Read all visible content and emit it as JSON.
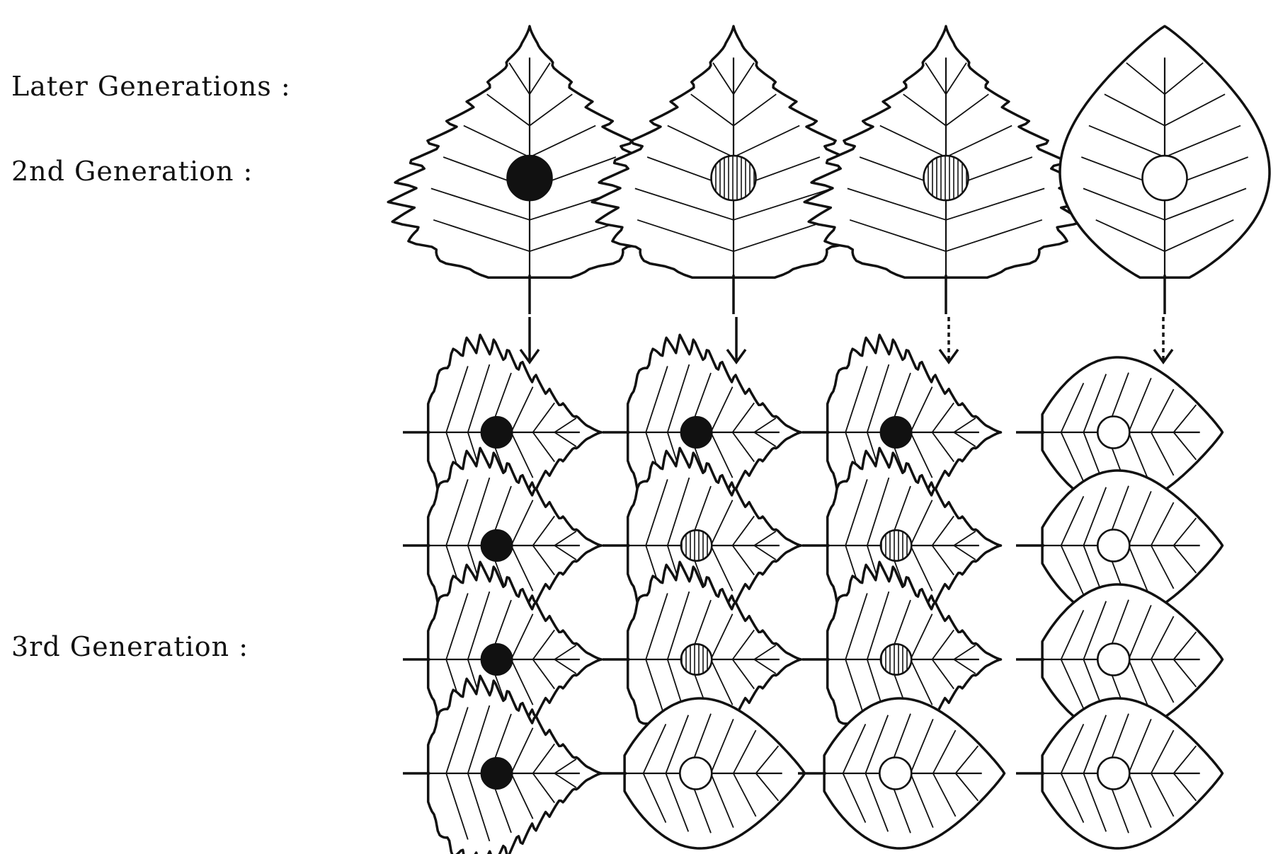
{
  "labels": {
    "later": "Later Generations :",
    "second": "2nd Generation :",
    "third": "3rd Generation :"
  },
  "marking_kinds": [
    "solid",
    "hatched",
    "open"
  ],
  "parents": [
    {
      "leaf": "serrated",
      "marking": "solid"
    },
    {
      "leaf": "serrated",
      "marking": "hatched"
    },
    {
      "leaf": "serrated",
      "marking": "hatched"
    },
    {
      "leaf": "smooth",
      "marking": "open"
    }
  ],
  "arrows": [
    "solid",
    "solid",
    "dotted",
    "dotted"
  ],
  "offspring_rows": [
    [
      {
        "leaf": "serrated",
        "marking": "solid"
      },
      {
        "leaf": "serrated",
        "marking": "solid"
      },
      {
        "leaf": "serrated",
        "marking": "solid"
      },
      {
        "leaf": "smooth",
        "marking": "open"
      }
    ],
    [
      {
        "leaf": "serrated",
        "marking": "solid"
      },
      {
        "leaf": "serrated",
        "marking": "hatched"
      },
      {
        "leaf": "serrated",
        "marking": "hatched"
      },
      {
        "leaf": "smooth",
        "marking": "open"
      }
    ],
    [
      {
        "leaf": "serrated",
        "marking": "solid"
      },
      {
        "leaf": "serrated",
        "marking": "hatched"
      },
      {
        "leaf": "serrated",
        "marking": "hatched"
      },
      {
        "leaf": "smooth",
        "marking": "open"
      }
    ],
    [
      {
        "leaf": "serrated",
        "marking": "solid"
      },
      {
        "leaf": "smooth",
        "marking": "open"
      },
      {
        "leaf": "smooth",
        "marking": "open"
      },
      {
        "leaf": "smooth",
        "marking": "open"
      }
    ]
  ],
  "colors": {
    "ink": "#111111",
    "paper": "#ffffff"
  }
}
